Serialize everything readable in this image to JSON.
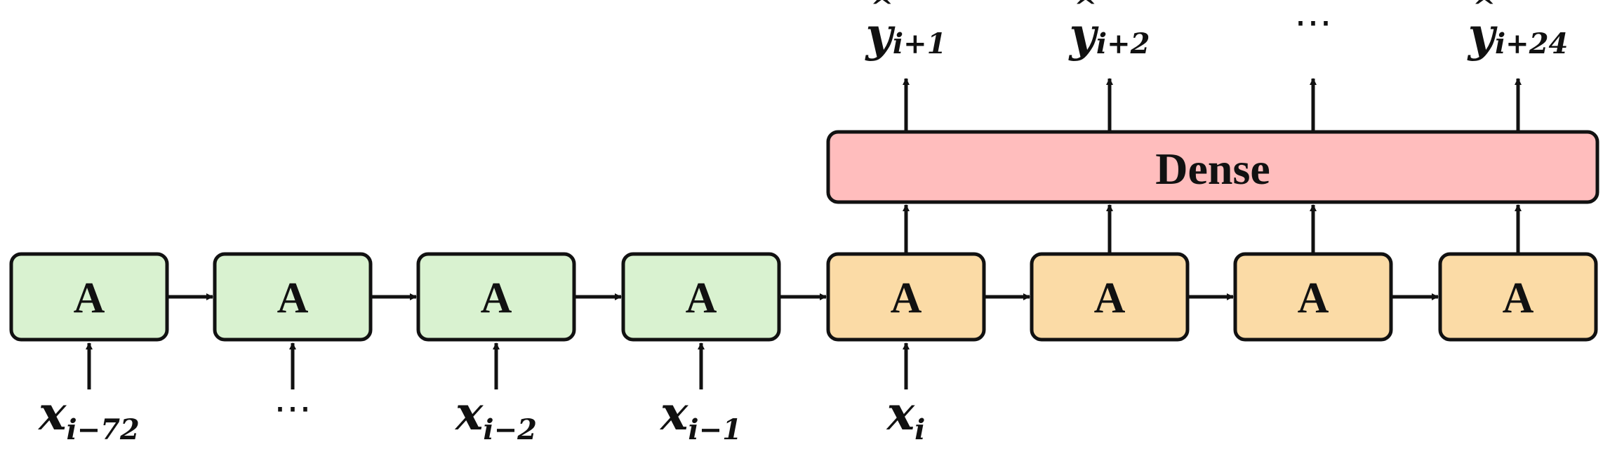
{
  "colors": {
    "past_cell_fill": "#d9f2d0",
    "future_cell_fill": "#fbdba6",
    "dense_fill": "#ffbdbd",
    "stroke": "#111111"
  },
  "cells": [
    {
      "label": "A",
      "kind": "past"
    },
    {
      "label": "A",
      "kind": "past"
    },
    {
      "label": "A",
      "kind": "past"
    },
    {
      "label": "A",
      "kind": "past"
    },
    {
      "label": "A",
      "kind": "future"
    },
    {
      "label": "A",
      "kind": "future"
    },
    {
      "label": "A",
      "kind": "future"
    },
    {
      "label": "A",
      "kind": "future"
    }
  ],
  "inputs": [
    {
      "base": "x",
      "sub": "i−72"
    },
    {
      "ellipsis": "⋯"
    },
    {
      "base": "x",
      "sub": "i−2"
    },
    {
      "base": "x",
      "sub": "i−1"
    },
    {
      "base": "x",
      "sub": "i"
    }
  ],
  "dense": {
    "label": "Dense"
  },
  "outputs": [
    {
      "base": "y",
      "sub": "i+1",
      "hat": "^"
    },
    {
      "base": "y",
      "sub": "i+2",
      "hat": "^"
    },
    {
      "ellipsis": "⋯"
    },
    {
      "base": "y",
      "sub": "i+24",
      "hat": "^"
    }
  ]
}
